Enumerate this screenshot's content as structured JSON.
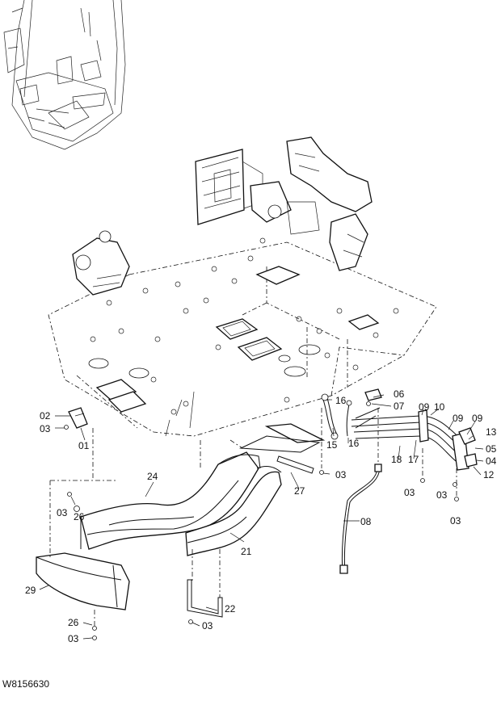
{
  "drawing_code": "W8156630",
  "callouts": [
    "01",
    "02",
    "03",
    "03",
    "03",
    "03",
    "03",
    "03",
    "03",
    "03",
    "04",
    "05",
    "06",
    "07",
    "08",
    "09",
    "09",
    "09",
    "10",
    "12",
    "13",
    "15",
    "16",
    "16",
    "17",
    "18",
    "21",
    "22",
    "24",
    "26",
    "26",
    "27",
    "29"
  ]
}
